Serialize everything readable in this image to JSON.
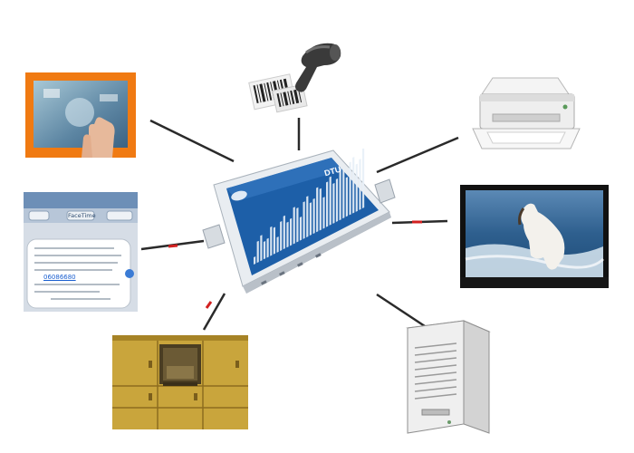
{
  "colors": {
    "line": "#2a2a2a",
    "cable_accent": "#d22020",
    "hub_body": "#e9edf1",
    "hub_screen": "#1d5fa8",
    "bezel_orange": "#f07a12",
    "locker_yellow": "#c9a53c",
    "tv_frame": "#111111",
    "sms_bubble": "#ffffff"
  },
  "hub": {
    "logo_text": "",
    "brand_badge": "DTU"
  },
  "sms_phone": {
    "contact": "",
    "buttons": [
      "",
      "FaceTime",
      ""
    ],
    "date": "",
    "link_number": "06086680"
  },
  "devices": {
    "touch_panel": {
      "icon": "touch-hand-icon"
    },
    "barcode_scanner": {
      "icon": "barcode-scanner-icon"
    },
    "printer": {
      "icon": "printer-icon"
    },
    "display": {
      "icon": "horse-image-icon"
    },
    "server": {
      "icon": "server-tower-icon"
    },
    "locker": {
      "icon": "locker-icon"
    }
  }
}
